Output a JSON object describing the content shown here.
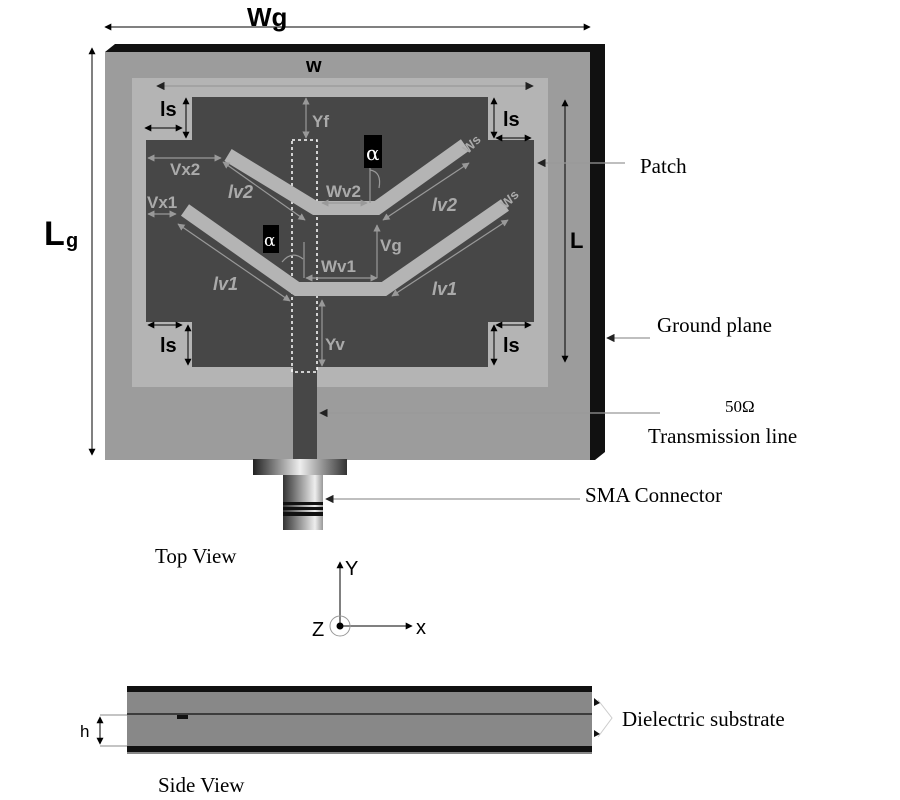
{
  "top_view": {
    "title": "Top View",
    "dimensions": {
      "Wg": "Wg",
      "Lg": "L",
      "Lg_sub": "g",
      "W": "w",
      "L": "L",
      "ls": "ls",
      "Yf": "Yf",
      "Yv": "Yv",
      "Vx1": "Vx1",
      "Vx2": "Vx2",
      "Wv1": "Wv1",
      "Wv2": "Wv2",
      "lv1": "lv1",
      "lv2": "lv2",
      "Vg": "Vg",
      "Ws": "Ws",
      "alpha": "α"
    },
    "callouts": {
      "patch": "Patch",
      "ground_plane": "Ground plane",
      "line_impedance": "50Ω",
      "transmission_line": "Transmission line",
      "sma": "SMA Connector"
    }
  },
  "axes": {
    "y": "Y",
    "x": "x",
    "z": "Z"
  },
  "side_view": {
    "title": "Side View",
    "h": "h",
    "substrate": "Dielectric  substrate"
  },
  "colors": {
    "ground": "#9c9c9c",
    "substrate": "#b4b4b4",
    "patch": "#474747",
    "border": "#111111"
  }
}
